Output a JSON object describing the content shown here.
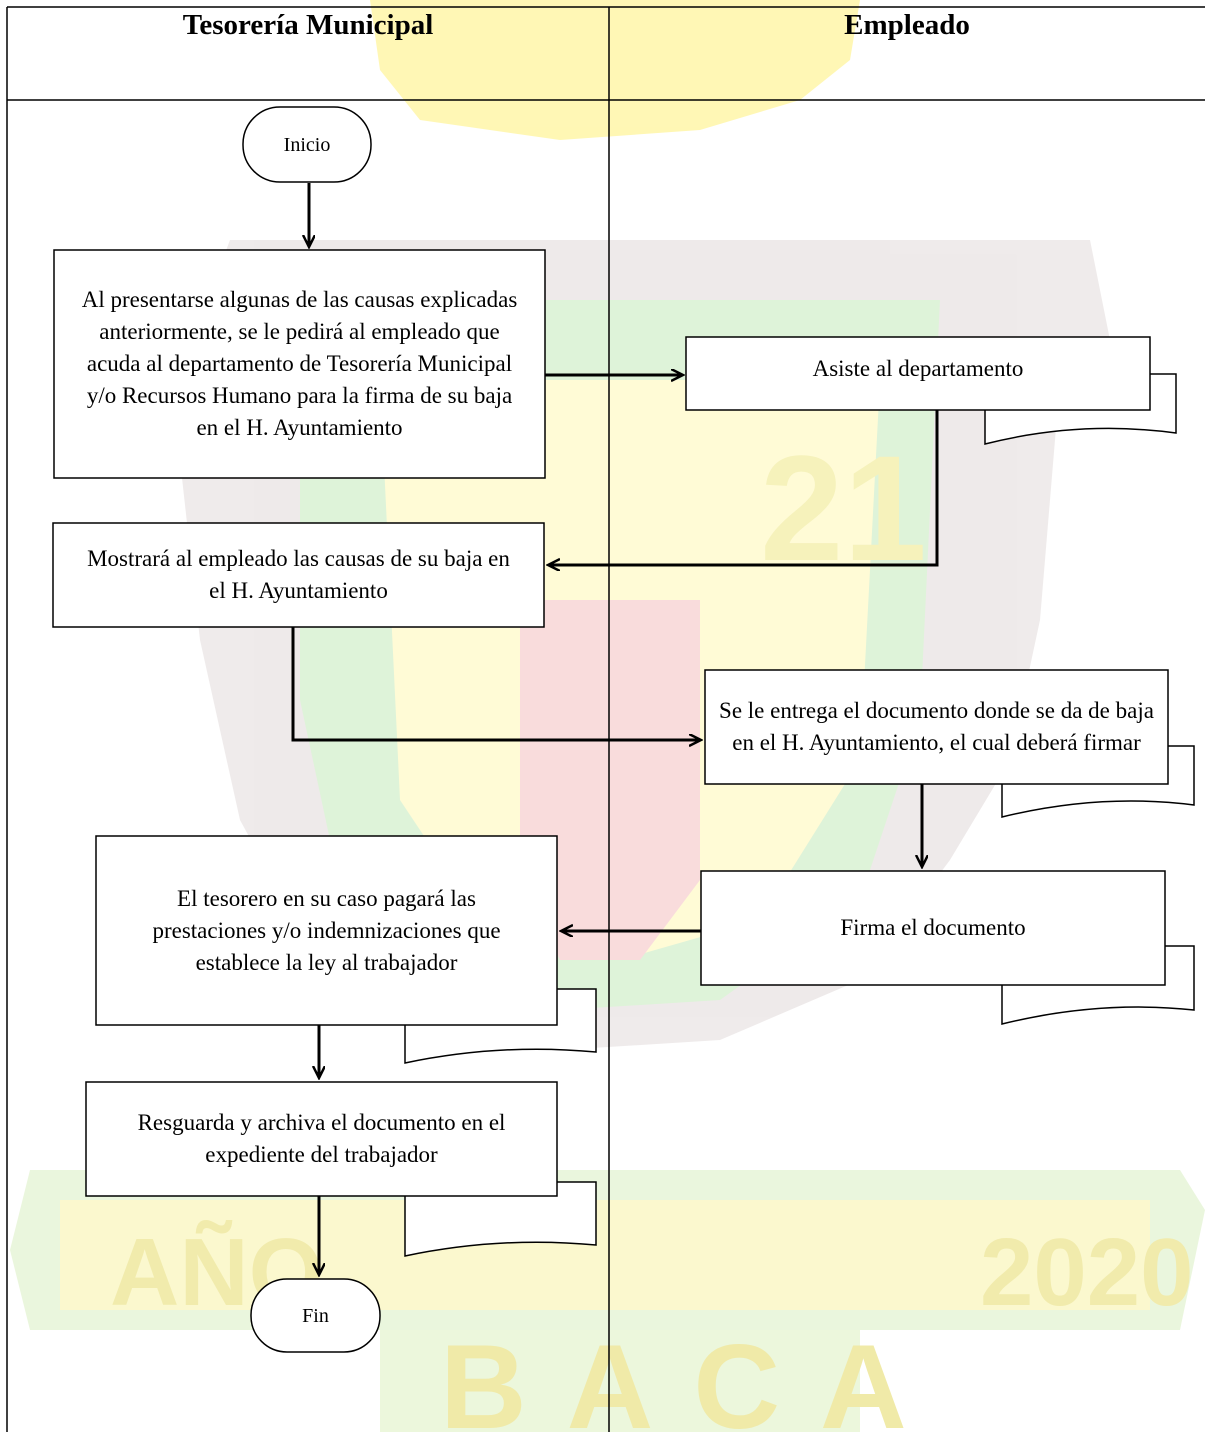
{
  "lanes": {
    "left_title": "Tesorería Municipal",
    "right_title": "Empleado"
  },
  "nodes": {
    "start": "Inicio",
    "step1": "Al presentarse algunas de las causas explicadas anteriormente, se le pedirá al empleado que acuda al departamento de Tesorería Municipal y/o Recursos Humano para la firma de su baja en el H. Ayuntamiento",
    "step2": "Asiste al departamento",
    "step3": "Mostrará al empleado las causas de su baja en el H. Ayuntamiento",
    "step4": "Se le entrega el documento donde se da de baja en el H. Ayuntamiento, el cual deberá firmar",
    "step5": "Firma el documento",
    "step6": "El tesorero en su caso pagará las prestaciones y/o indemnizaciones que establece la ley al trabajador",
    "step7": "Resguarda y archiva el documento en el expediente del trabajador",
    "end": "Fin"
  },
  "watermark": {
    "text": "BACA",
    "year_left": "AÑO",
    "year_right": "2020",
    "colors": {
      "yellow": "#fff6a8",
      "green": "#d2efcc",
      "red": "#f7d3d3",
      "gray": "#e9e4e4"
    }
  }
}
